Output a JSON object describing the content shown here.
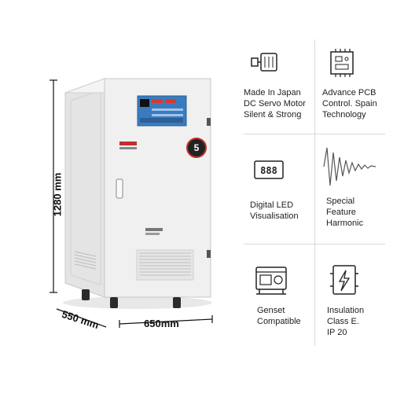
{
  "dimensions": {
    "height": "1280 mm",
    "depth": "550 mm",
    "width": "650mm"
  },
  "product": {
    "badge_text": "5",
    "panel_colors": {
      "body": "#ececec",
      "panel": "#3a7bbf",
      "shadow": "#d5d5d5"
    }
  },
  "features": [
    {
      "icon": "servo-motor-icon",
      "lines": [
        "Made In Japan",
        "DC Servo Motor",
        "Silent & Strong"
      ]
    },
    {
      "icon": "pcb-chip-icon",
      "lines": [
        "Advance PCB",
        "Control. Spain",
        "Technology"
      ]
    },
    {
      "icon": "digital-led-icon",
      "lines": [
        "Digital LED",
        "Visualisation"
      ]
    },
    {
      "icon": "harmonic-wave-icon",
      "lines": [
        "Special",
        "Feature",
        "Harmonic"
      ]
    },
    {
      "icon": "genset-icon",
      "lines": [
        "Genset",
        "Compatible"
      ]
    },
    {
      "icon": "insulation-icon",
      "lines": [
        "Insulation",
        "Class E.",
        "IP 20"
      ]
    }
  ]
}
